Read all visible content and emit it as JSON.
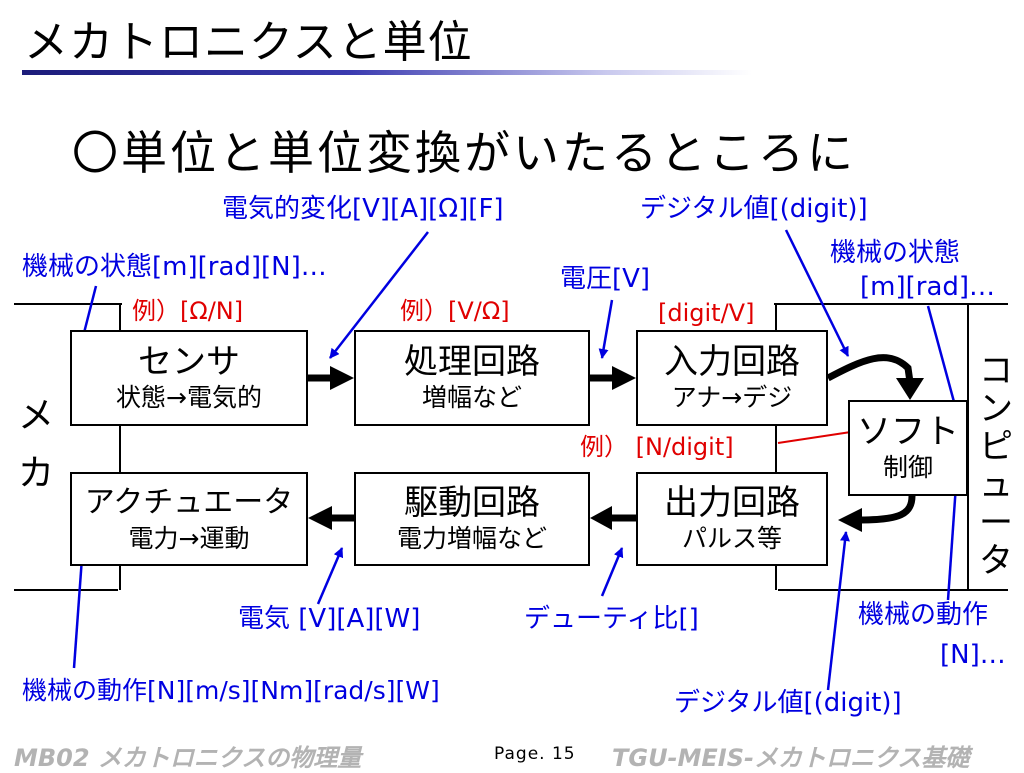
{
  "title": "メカトロニクスと単位",
  "subtitle": "〇単位と単位変換がいたるところに",
  "side_labels": {
    "mecha": [
      "メ",
      "カ"
    ],
    "computer": [
      "コ",
      "ン",
      "ピ",
      "ュ",
      "ー",
      "タ"
    ]
  },
  "boxes": {
    "sensor": {
      "title": "センサ",
      "sub": "状態→電気的"
    },
    "processing": {
      "title": "処理回路",
      "sub": "増幅など"
    },
    "input": {
      "title": "入力回路",
      "sub": "アナ→デジ"
    },
    "software": {
      "title": "ソフト",
      "sub": "制御"
    },
    "actuator": {
      "title": "アクチュエータ",
      "sub": "電力→運動"
    },
    "drive": {
      "title": "駆動回路",
      "sub": "電力増幅など"
    },
    "output": {
      "title": "出力回路",
      "sub": "パルス等"
    }
  },
  "annotations": {
    "electrical_change": "電気的変化[V][A][Ω][F]",
    "digital_value_top": "デジタル値[(digit)]",
    "machine_state_left": "機械の状態[m][rad][N]…",
    "machine_state_right_1": "機械の状態",
    "machine_state_right_2": "[m][rad]…",
    "voltage": "電圧[V]",
    "electricity": "電気 [V][A][W]",
    "duty_ratio": "デューティ比[]",
    "machine_motion_right_1": "機械の動作",
    "machine_motion_right_2": "[N]…",
    "machine_motion_left": "機械の動作[N][m/s][Nm][rad/s][W]",
    "digital_value_bottom": "デジタル値[(digit)]"
  },
  "examples": {
    "sensor": "例）[Ω/N]",
    "processing": "例）[V/Ω]",
    "input": "[digit/V]",
    "software": "例） [N/digit]"
  },
  "footer": {
    "left": "MB02 メカトロニクスの物理量",
    "page": "Page. 15",
    "right": "TGU-MEIS-メカトロニクス基礎"
  },
  "colors": {
    "annotation": "#0000e0",
    "example": "#e00000",
    "title_rule": "#2a2a9a",
    "footer": "#b3b3b3"
  }
}
